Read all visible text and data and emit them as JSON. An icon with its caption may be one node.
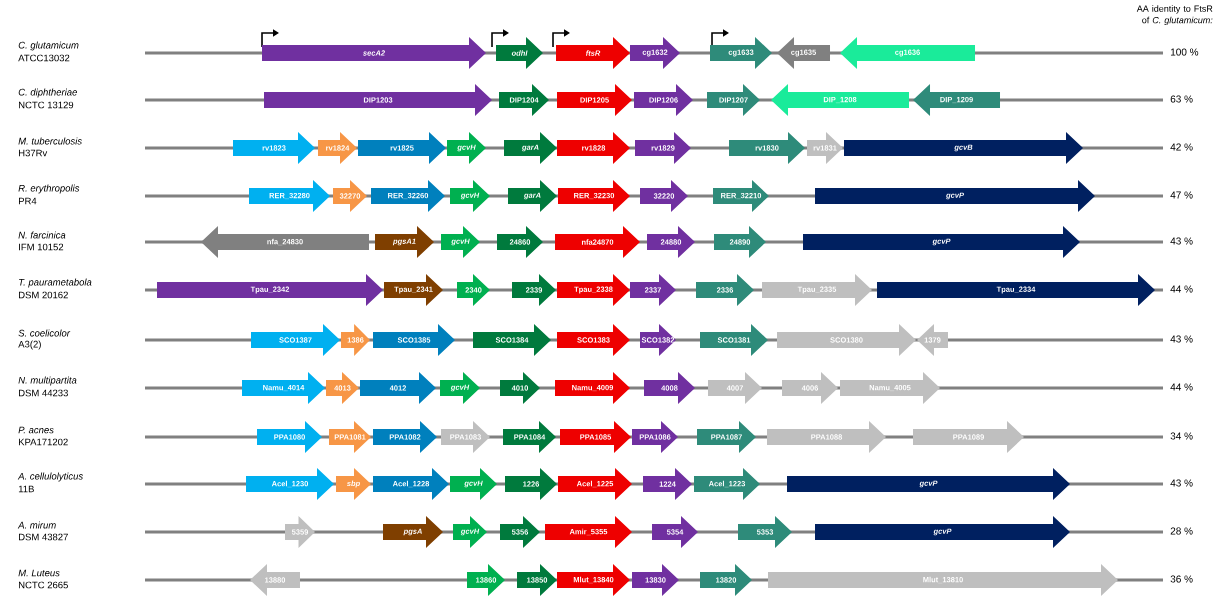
{
  "diagram": {
    "nodes": [
      {
        "text": [
          "secA2"
        ]
      },
      {
        "text": [
          "odhI"
        ]
      },
      {
        "text": [
          "ftsR"
        ]
      },
      {
        "text": [
          "cg1632"
        ]
      },
      {
        "text": [
          "cg1633"
        ]
      },
      {
        "text": [
          "cg1635"
        ]
      },
      {
        "text": [
          "cg1636"
        ]
      },
      {
        "text": [
          "DIP1203"
        ]
      },
      {
        "text": [
          "DIP1204"
        ]
      },
      {
        "text": [
          "DIP1205"
        ]
      },
      {
        "text": [
          "DIP1206"
        ]
      },
      {
        "text": [
          "DIP1207"
        ]
      },
      {
        "text": [
          "DIP_1208"
        ]
      },
      {
        "text": [
          "DIP_1209"
        ]
      },
      {
        "text": [
          "rv1823"
        ]
      },
      {
        "text": [
          "rv1824"
        ]
      },
      {
        "text": [
          "rv1825"
        ]
      },
      {
        "text": [
          "gcvH"
        ]
      },
      {
        "text": [
          "garA"
        ]
      },
      {
        "text": [
          "rv1828"
        ]
      },
      {
        "text": [
          "rv1829"
        ]
      },
      {
        "text": [
          "rv1830"
        ]
      },
      {
        "text": [
          "rv1831"
        ]
      },
      {
        "text": [
          "gcvB"
        ]
      },
      {
        "text": [
          "RER_32280"
        ]
      },
      {
        "text": [
          "32270"
        ]
      },
      {
        "text": [
          "RER_32260"
        ]
      },
      {
        "text": [
          "gcvH"
        ]
      },
      {
        "text": [
          "garA"
        ]
      },
      {
        "text": [
          "RER_32230"
        ]
      },
      {
        "text": [
          "32220"
        ]
      },
      {
        "text": [
          "RER_32210"
        ]
      },
      {
        "text": [
          "gcvP"
        ]
      },
      {
        "text": [
          "nfa_24830"
        ]
      },
      {
        "text": [
          "pgsA1"
        ]
      },
      {
        "text": [
          "gcvH"
        ]
      },
      {
        "text": [
          "24860"
        ]
      },
      {
        "text": [
          "nfa24870"
        ]
      },
      {
        "text": [
          "24880"
        ]
      },
      {
        "text": [
          "24890"
        ]
      },
      {
        "text": [
          "gcvP"
        ]
      },
      {
        "text": [
          "Tpau_2342"
        ]
      },
      {
        "text": [
          "Tpau_2341"
        ]
      },
      {
        "text": [
          "2340"
        ]
      },
      {
        "text": [
          "2339"
        ]
      },
      {
        "text": [
          "Tpau_2338"
        ]
      },
      {
        "text": [
          "2337"
        ]
      },
      {
        "text": [
          "2336"
        ]
      },
      {
        "text": [
          "Tpau_2335"
        ]
      },
      {
        "text": [
          "Tpau_2334"
        ]
      },
      {
        "text": [
          "SCO1387"
        ]
      },
      {
        "text": [
          "1386"
        ]
      },
      {
        "text": [
          "SCO1385"
        ]
      },
      {
        "text": [
          "SCO1384"
        ]
      },
      {
        "text": [
          "SCO1383"
        ]
      },
      {
        "text": [
          "SCO1382"
        ]
      },
      {
        "text": [
          "SCO1381"
        ]
      },
      {
        "text": [
          "SCO1380"
        ]
      },
      {
        "text": [
          "1379"
        ]
      },
      {
        "text": [
          "Namu_4014"
        ]
      },
      {
        "text": [
          "4013"
        ]
      },
      {
        "text": [
          "4012"
        ]
      },
      {
        "text": [
          "gcvH"
        ]
      },
      {
        "text": [
          "4010"
        ]
      },
      {
        "text": [
          "Namu_4009"
        ]
      },
      {
        "text": [
          "4008"
        ]
      },
      {
        "text": [
          "4007"
        ]
      },
      {
        "text": [
          "4006"
        ]
      },
      {
        "text": [
          "Namu_4005"
        ]
      },
      {
        "text": [
          "PPA1080"
        ]
      },
      {
        "text": [
          "PPA1081"
        ]
      },
      {
        "text": [
          "PPA1082"
        ]
      },
      {
        "text": [
          "PPA1083"
        ]
      },
      {
        "text": [
          "PPA1084"
        ]
      },
      {
        "text": [
          "PPA1085"
        ]
      },
      {
        "text": [
          "PPA1086"
        ]
      },
      {
        "text": [
          "PPA1087"
        ]
      },
      {
        "text": [
          "PPA1088"
        ]
      },
      {
        "text": [
          "PPA1089"
        ]
      },
      {
        "text": [
          "Acel_1230"
        ]
      },
      {
        "text": [
          "sbp"
        ]
      },
      {
        "text": [
          "Acel_1228"
        ]
      },
      {
        "text": [
          "gcvH"
        ]
      },
      {
        "text": [
          "1226"
        ]
      },
      {
        "text": [
          "Acel_1225"
        ]
      },
      {
        "text": [
          "1224"
        ]
      },
      {
        "text": [
          "Acel_1223"
        ]
      },
      {
        "text": [
          "gcvP"
        ]
      },
      {
        "text": [
          "5359"
        ]
      },
      {
        "text": [
          "pgsA"
        ]
      },
      {
        "text": [
          "gcvH"
        ]
      },
      {
        "text": [
          "5356"
        ]
      },
      {
        "text": [
          "Amir_5355"
        ]
      },
      {
        "text": [
          "5354"
        ]
      },
      {
        "text": [
          "5353"
        ]
      },
      {
        "text": [
          "gcvP"
        ]
      },
      {
        "text": [
          "13880"
        ]
      },
      {
        "text": [
          "13860"
        ]
      },
      {
        "text": [
          "13850"
        ]
      },
      {
        "text": [
          "Mlut_13840"
        ]
      },
      {
        "text": [
          "13830"
        ]
      },
      {
        "text": [
          "13820"
        ]
      },
      {
        "text": [
          "Mlut_13810"
        ]
      }
    ],
    "labels": [
      "AA identity to FtsR of *C. glutamicum:*",
      "C. glutamicum",
      "ATCC13032",
      "100 %",
      "C. diphtheriae",
      "NCTC 13129",
      "63 %",
      "M. tuberculosis",
      "H37Rv",
      "42 %",
      "R. erythropolis",
      "PR4",
      "47 %",
      "N. farcinica",
      "IFM 10152",
      "43 %",
      "T. paurametabola",
      "DSM 20162",
      "44 %",
      "S. coelicolor",
      "A3(2)",
      "43 %",
      "N. multipartita",
      "DSM 44233",
      "44 %",
      "P. acnes",
      "KPA171202",
      "34 %",
      "A. cellulolyticus",
      "11B",
      "43 %",
      "A. mirum",
      "DSM 43827",
      "28 %",
      "M. Luteus",
      "NCTC 2665",
      "36 %"
    ]
  }
}
